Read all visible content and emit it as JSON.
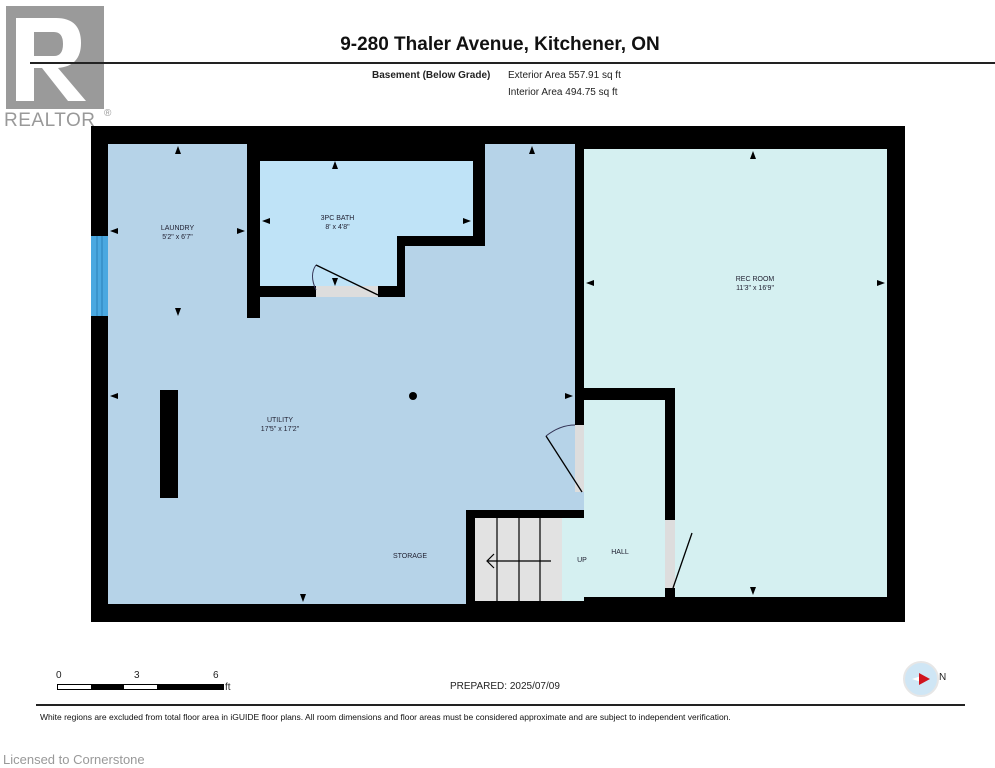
{
  "logo": {
    "text": "REALTOR",
    "mark": "®"
  },
  "header": {
    "title": "9-280 Thaler Avenue, Kitchener, ON",
    "level": "Basement (Below Grade)",
    "exterior_area": "Exterior Area 557.91 sq ft",
    "interior_area": "Interior Area 494.75 sq ft"
  },
  "rooms": {
    "laundry": {
      "name": "LAUNDRY",
      "dims": "5'2\" x 6'7\""
    },
    "bath": {
      "name": "3PC BATH",
      "dims": "8' x 4'8\""
    },
    "utility": {
      "name": "UTILITY",
      "dims": "17'5\" x 17'2\""
    },
    "rec": {
      "name": "REC ROOM",
      "dims": "11'3\" x 16'9\""
    },
    "storage": {
      "name": "STORAGE"
    },
    "hall": {
      "name": "HALL"
    },
    "stairs": {
      "label": "UP"
    }
  },
  "scale": {
    "t0": "0",
    "t3": "3",
    "t6": "6",
    "unit": "ft"
  },
  "prepared": "PREPARED: 2025/07/09",
  "compass": {
    "label": "N"
  },
  "disclaimer": "White regions are excluded from total floor area in iGUIDE floor plans. All room dimensions and floor areas must be considered approximate and are subject to independent verification.",
  "watermark": "Licensed to Cornerstone",
  "colors": {
    "utility": "#b6d3e8",
    "bath": "#bfe3f7",
    "rec": "#d5f0f1",
    "wall": "#000000",
    "window": "#4aa8e0"
  }
}
